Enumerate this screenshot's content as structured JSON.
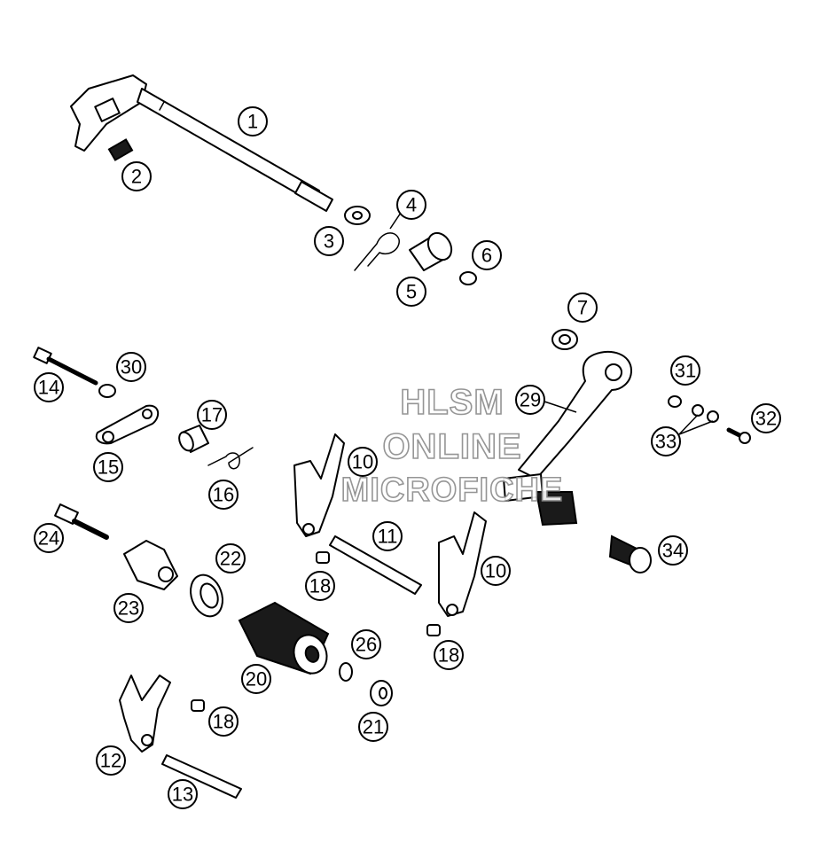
{
  "callouts": [
    "1",
    "2",
    "3",
    "4",
    "5",
    "6",
    "7",
    "10",
    "10",
    "11",
    "12",
    "13",
    "14",
    "15",
    "16",
    "17",
    "18",
    "18",
    "18",
    "20",
    "21",
    "22",
    "23",
    "24",
    "26",
    "29",
    "30",
    "31",
    "32",
    "33",
    "34"
  ],
  "watermark": {
    "line1": "HLSM",
    "line2": "ONLINE",
    "line3": "MICROFICHE"
  },
  "colors": {
    "line": "#000000",
    "background": "#ffffff",
    "watermark": "#8a8a8a"
  }
}
